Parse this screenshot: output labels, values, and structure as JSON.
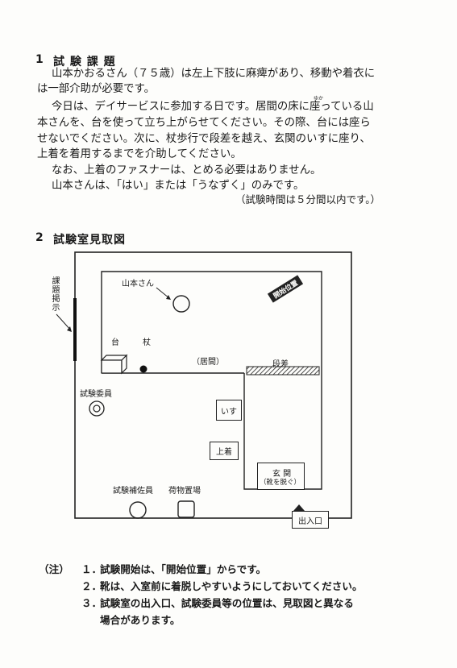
{
  "section1": {
    "number": "1",
    "title": "試 験 課 題",
    "lines": [
      "山本かおるさん（７５歳）は左上下肢に麻痺があり、移動や着衣に",
      "は一部介助が必要です。",
      "今日は、デイサービスに参加する日です。居間の床に座っている山",
      "本さんを、台を使って立ち上がらせてください。その際、台には座ら",
      "せないでください。次に、杖歩行で段差を越え、玄関のいすに座り、",
      "上着を着用するまでを介助してください。",
      "なお、上着のファスナーは、とめる必要はありません。",
      "山本さんは、「はい」または「うなずく」のみです。"
    ],
    "ruby": "ゆか",
    "time_note": "（試験時間は５分間以内です。）"
  },
  "section2": {
    "number": "2",
    "title": "試験室見取図"
  },
  "diagram": {
    "posting": "課題掲示",
    "yamamoto": "山本さん",
    "daisho_sign": "開始位置",
    "dai": "台",
    "tsue": "杖",
    "ima": "（居間）",
    "dansa": "段差",
    "examiner": "試験委員",
    "chair": "いす",
    "jacket": "上着",
    "genkan": "玄 関",
    "shoes": "（靴を脱ぐ）",
    "assistant": "試験補佐員",
    "baggage": "荷物置場",
    "entrance": "出入口"
  },
  "notes": {
    "marker": "（注）",
    "items": [
      {
        "n": "１．",
        "text": "試験開始は、「開始位置」からです。"
      },
      {
        "n": "２．",
        "text": "靴は、入室前に着脱しやすいようにしておいてください。"
      },
      {
        "n": "３．",
        "text": "試験室の出入口、試験委員等の位置は、見取図と異なる"
      }
    ],
    "continuation": "場合があります。"
  }
}
